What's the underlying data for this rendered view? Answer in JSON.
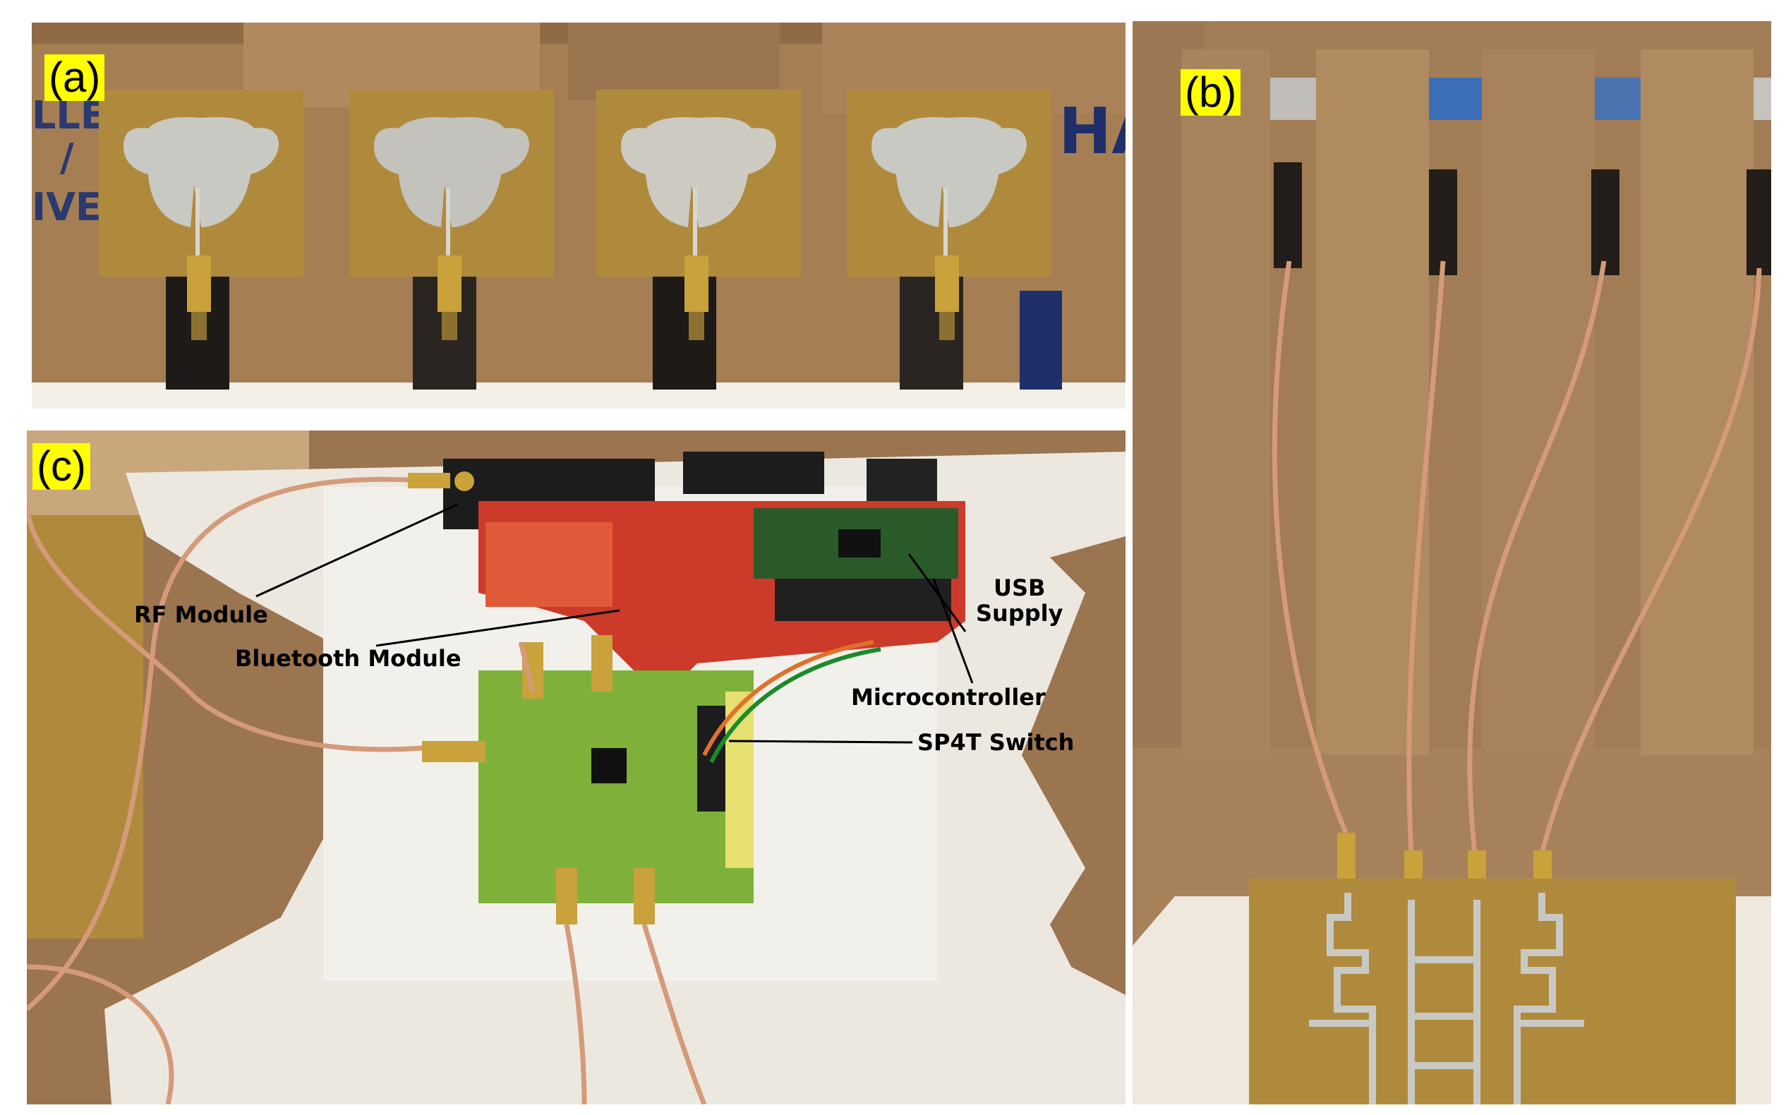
{
  "panels": {
    "a": {
      "label": "(a)",
      "box_text": [
        "LLE",
        "/",
        "IVE"
      ],
      "box_text_right": "HA"
    },
    "b": {
      "label": "(b)"
    },
    "c": {
      "label": "(c)",
      "callouts": {
        "rf_module": "RF Module",
        "bluetooth_module": "Bluetooth Module",
        "usb_supply_line1": "USB",
        "usb_supply_line2": "Supply",
        "microcontroller": "Microcontroller",
        "sp4t_switch": "SP4T Switch"
      }
    }
  },
  "colors": {
    "label_background": "#ffff00",
    "cardboard": "#a57e54",
    "fr4_substrate": "#b08a3c",
    "copper_patch": "#c9c9c4",
    "coax_cable": "#d49a7a",
    "rf_board_red": "#cc3a2a",
    "switch_board_green": "#7fb13a"
  }
}
